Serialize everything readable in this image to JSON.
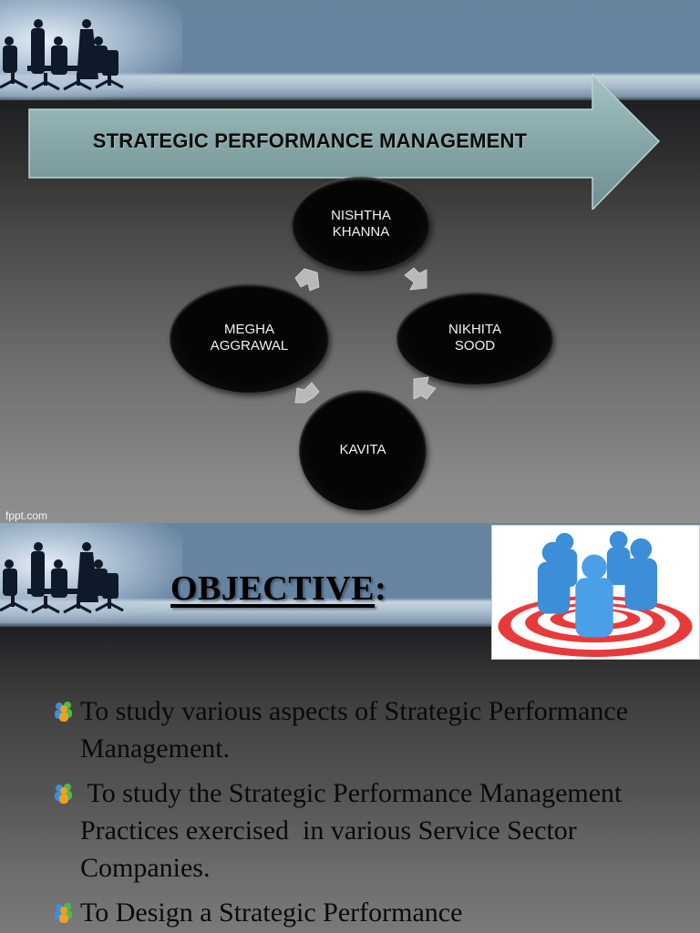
{
  "slide1": {
    "title": "STRATEGIC  PERFORMANCE MANAGEMENT",
    "cycle_nodes": [
      {
        "id": "top",
        "label": "NISHTHA\nKHANNA"
      },
      {
        "id": "right",
        "label": "NIKHITA\nSOOD"
      },
      {
        "id": "bottom",
        "label": "KAVITA"
      },
      {
        "id": "left",
        "label": "MEGHA\nAGGRAWAL"
      }
    ],
    "footer_brand": "fppt.com",
    "colors": {
      "arrow_fill": "#86a7a8",
      "node_fill": "#050505",
      "banner": "#6885a0"
    }
  },
  "slide2": {
    "heading": "OBJECTIVE",
    "heading_suffix": ":",
    "image_alt": "team-on-target-image",
    "bullets": [
      "To study various aspects of Strategic Performance Management.",
      " To study the Strategic Performance Management Practices exercised  in various Service Sector Companies.",
      "To Design a Strategic Performance"
    ],
    "bullet_icon": "people-group-icon"
  }
}
